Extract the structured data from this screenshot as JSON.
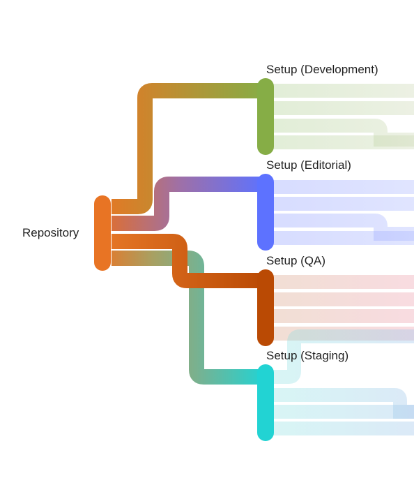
{
  "diagram": {
    "root": {
      "label": "Repository",
      "color": "#e87424"
    },
    "children": [
      {
        "label": "Setup (Development)",
        "color": "#86ad46",
        "fade": [
          "#a8c98a",
          "#d8dfb8",
          "#b7c7b6"
        ]
      },
      {
        "label": "Setup (Editorial)",
        "color": "#5d72ff",
        "fade": [
          "#aab4ff",
          "#c1c9ff",
          "#a9b8d8"
        ]
      },
      {
        "label": "Setup (QA)",
        "color": "#ba4a04",
        "fade": [
          "#e8c2ad",
          "#f1b7c3",
          "#e0c7b6"
        ]
      },
      {
        "label": "Setup (Staging)",
        "color": "#22d3d3",
        "fade": [
          "#a6e4e4",
          "#b2cef4",
          "#c8d3dd"
        ]
      }
    ]
  }
}
